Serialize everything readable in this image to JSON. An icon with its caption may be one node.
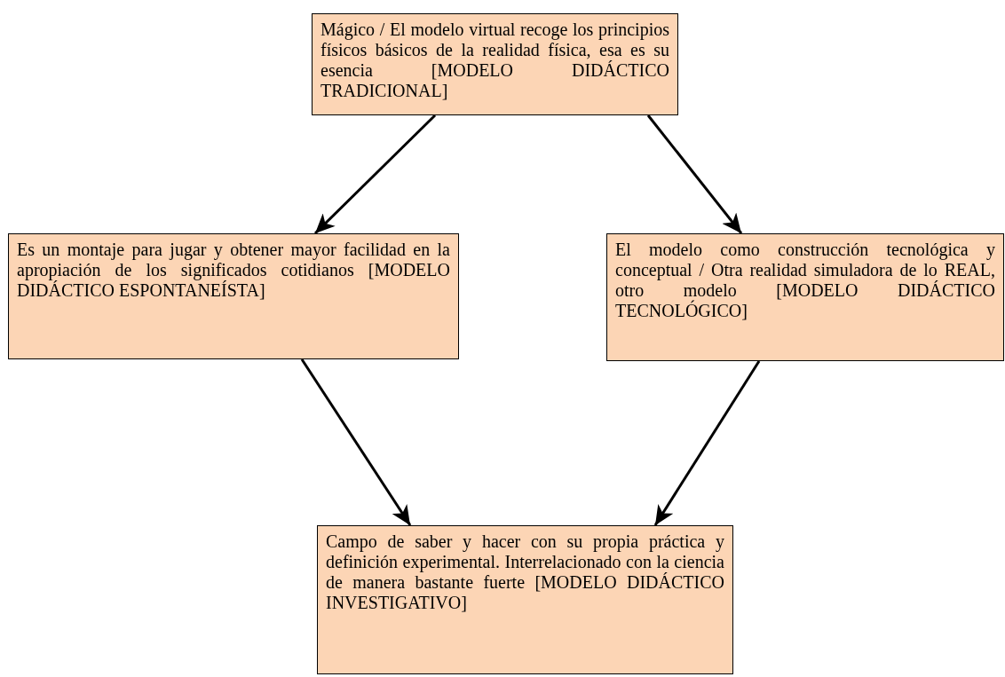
{
  "diagram": {
    "nodes": [
      {
        "text": [
          "Mágico / El modelo virtual recoge los principios físicos básicos de la realidad física, esa es su esencia [MODELO DIDÁCTICO TRADICIONAL]"
        ]
      },
      {
        "text": [
          "Es un montaje para jugar y obtener mayor facilidad en la apropiación de los significados cotidianos [MODELO DIDÁCTICO ESPONTANEÍSTA]"
        ]
      },
      {
        "text": [
          "El modelo como construcción tecnológica y conceptual / Otra realidad simuladora de lo REAL, otro modelo [MODELO DIDÁCTICO TECNOLÓGICO]"
        ]
      },
      {
        "text": [
          "Campo de saber y hacer con su propia práctica y definición experimental. Interrelacionado con la ciencia de manera bastante fuerte [MODELO DIDÁCTICO INVESTIGATIVO]"
        ]
      }
    ],
    "edges": [
      {
        "from": 0,
        "to": 1,
        "arrow": "to"
      },
      {
        "from": 0,
        "to": 2,
        "arrow": "to"
      },
      {
        "from": 1,
        "to": 3,
        "arrow": "to"
      },
      {
        "from": 2,
        "to": 3,
        "arrow": "to"
      }
    ]
  }
}
